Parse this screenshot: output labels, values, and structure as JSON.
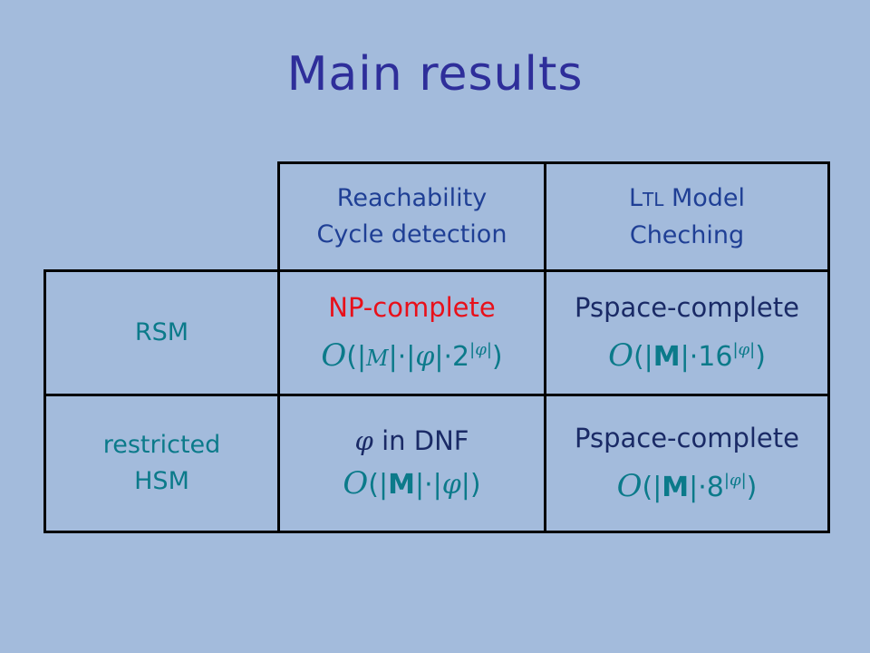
{
  "slide": {
    "title": "Main results"
  },
  "table": {
    "col1_header": {
      "line1": "Reachability",
      "line2": "Cycle detection"
    },
    "col2_header": {
      "ltl_l": "L",
      "ltl_rest": "TL",
      "line1_rest": " Model",
      "line2": "Cheching"
    },
    "rows": [
      {
        "label": "RSM",
        "col1_text": "NP-complete",
        "col1_formula": {
          "o": "O",
          "open": "(|",
          "m": "M",
          "mid": "|·|",
          "phi": "φ",
          "times": "|·2",
          "sup_open": "|",
          "sup_phi": "φ",
          "sup_close": "|",
          "close": ")"
        },
        "col2_text": "Pspace-complete",
        "col2_formula": {
          "o": "O",
          "open": "(|",
          "m": "M",
          "mid": "|·16",
          "sup_open": "|",
          "sup_phi": "φ",
          "sup_close": "|",
          "close": ")"
        }
      },
      {
        "label_line1": "restricted",
        "label_line2": "HSM",
        "col1_phi": "φ",
        "col1_text": " in DNF",
        "col1_formula": {
          "o": "O",
          "open": "(|",
          "m": "M",
          "mid": "|·|",
          "phi": "φ",
          "close": "|)"
        },
        "col2_text": "Pspace-complete",
        "col2_formula": {
          "o": "O",
          "open": "(|",
          "m": "M",
          "mid": "|·8",
          "sup_open": "|",
          "sup_phi": "φ",
          "sup_close": "|",
          "close": ")"
        }
      }
    ]
  }
}
